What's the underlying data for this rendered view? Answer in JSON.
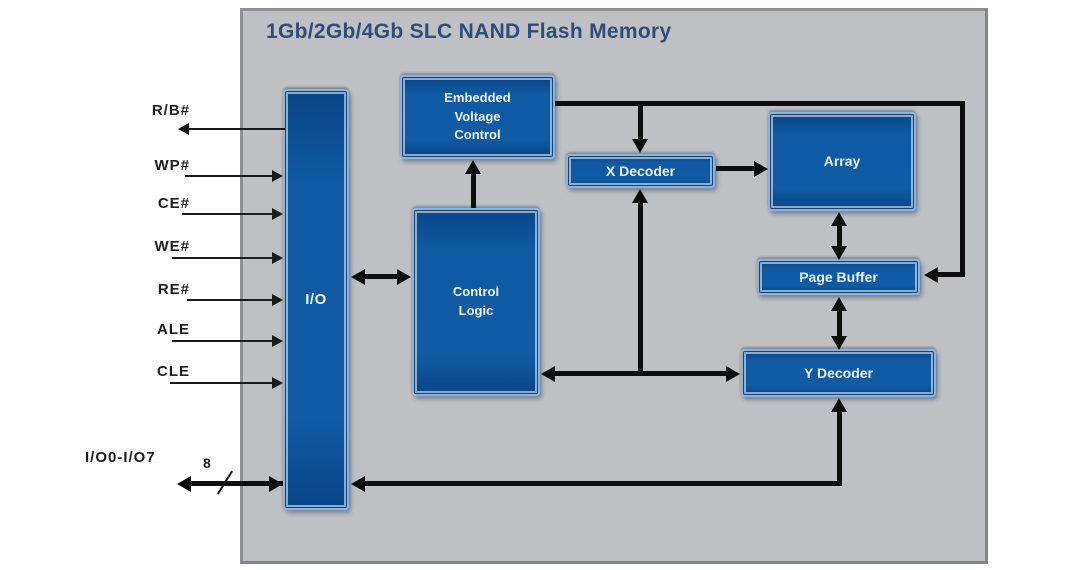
{
  "title": "1Gb/2Gb/4Gb SLC NAND Flash Memory",
  "blocks": {
    "io": {
      "label": "I/O"
    },
    "evc": {
      "label": "Embedded\nVoltage\nControl"
    },
    "control_logic": {
      "label": "Control\nLogic"
    },
    "x_decoder": {
      "label": "X Decoder"
    },
    "array": {
      "label": "Array"
    },
    "page_buffer": {
      "label": "Page Buffer"
    },
    "y_decoder": {
      "label": "Y Decoder"
    }
  },
  "signals": [
    {
      "label": "R/B#",
      "direction": "output"
    },
    {
      "label": "WP#",
      "direction": "input"
    },
    {
      "label": "CE#",
      "direction": "input"
    },
    {
      "label": "WE#",
      "direction": "input"
    },
    {
      "label": "RE#",
      "direction": "input"
    },
    {
      "label": "ALE",
      "direction": "input"
    },
    {
      "label": "CLE",
      "direction": "input"
    }
  ],
  "bus": {
    "label": "I/O0-I/O7",
    "width": "8",
    "direction": "bidirectional"
  },
  "colors": {
    "panel_bg": "#bec0c3",
    "panel_border": "#8c8f93",
    "block_fill": "#105ba4",
    "block_border": "#8ab3de",
    "block_text": "#eef5fc",
    "title_text": "#2e4d7b",
    "line": "#0d0d0d"
  }
}
